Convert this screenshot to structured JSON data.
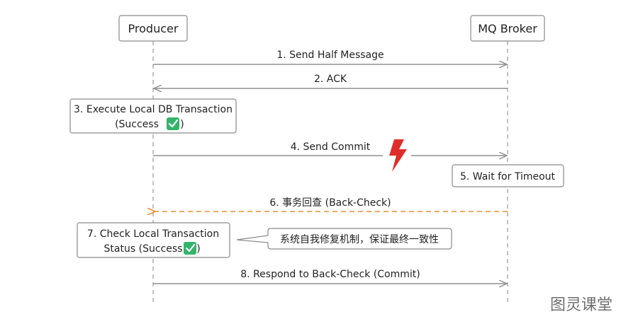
{
  "actors": {
    "producer": "Producer",
    "broker": "MQ Broker"
  },
  "messages": {
    "m1": "1. Send Half Message",
    "m2": "2. ACK",
    "m4": "4. Send Commit",
    "m6": "6. 事务回查 (Back-Check)",
    "m8": "8. Respond to Back-Check (Commit)"
  },
  "notes": {
    "n3_line1": "3. Execute Local DB Transaction",
    "n3_line2": "(Success",
    "n3_line2_end": ")",
    "n5": "5. Wait for Timeout",
    "n7_line1": "7. Check Local Transaction",
    "n7_line2": "Status (Success",
    "n7_line2_end": ")",
    "callout": "系统自我修复机制，保证最终一致性"
  },
  "icons": {
    "success": "check-mark-icon",
    "failure": "lightning-bolt-icon"
  },
  "colors": {
    "back_check_arrow": "#f08c2e",
    "success": "#34b36b",
    "failure": "#e02b2b"
  },
  "watermark": "图灵课堂"
}
